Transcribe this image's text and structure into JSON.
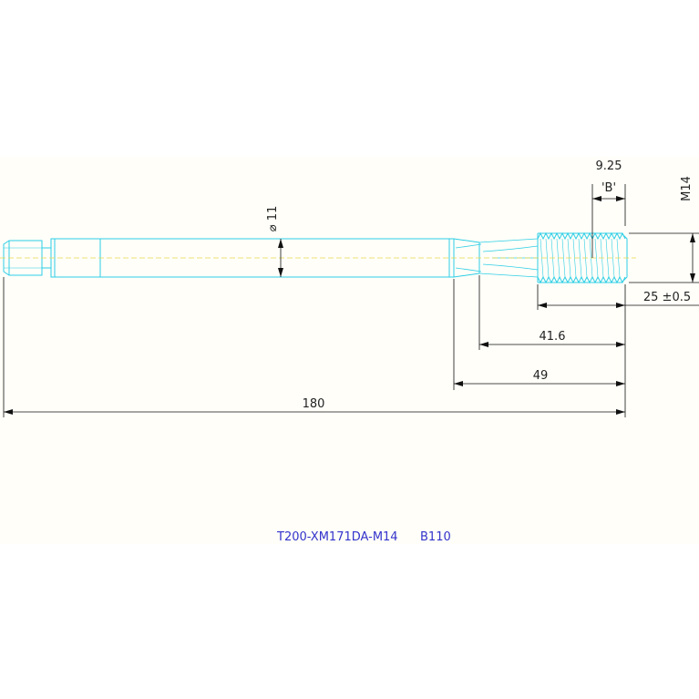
{
  "drawing": {
    "dimensions": {
      "diameter_label": "⌀ 11",
      "thread_label": "M14",
      "pitch_label": "9.25",
      "detail_label": "'B'",
      "thread_length_label": "25 ±0.5",
      "flute_length_label": "41.6",
      "neck_length_label": "49",
      "overall_length_label": "180"
    },
    "title_block": {
      "part_number": "T200-XM171DA-M14",
      "code": "B110"
    },
    "colors": {
      "tool_outline": "#2ecfe6",
      "dimension_lines": "#111111",
      "centerline": "#e8d84a",
      "title": "#3333cc",
      "background": "#fffef9"
    }
  }
}
